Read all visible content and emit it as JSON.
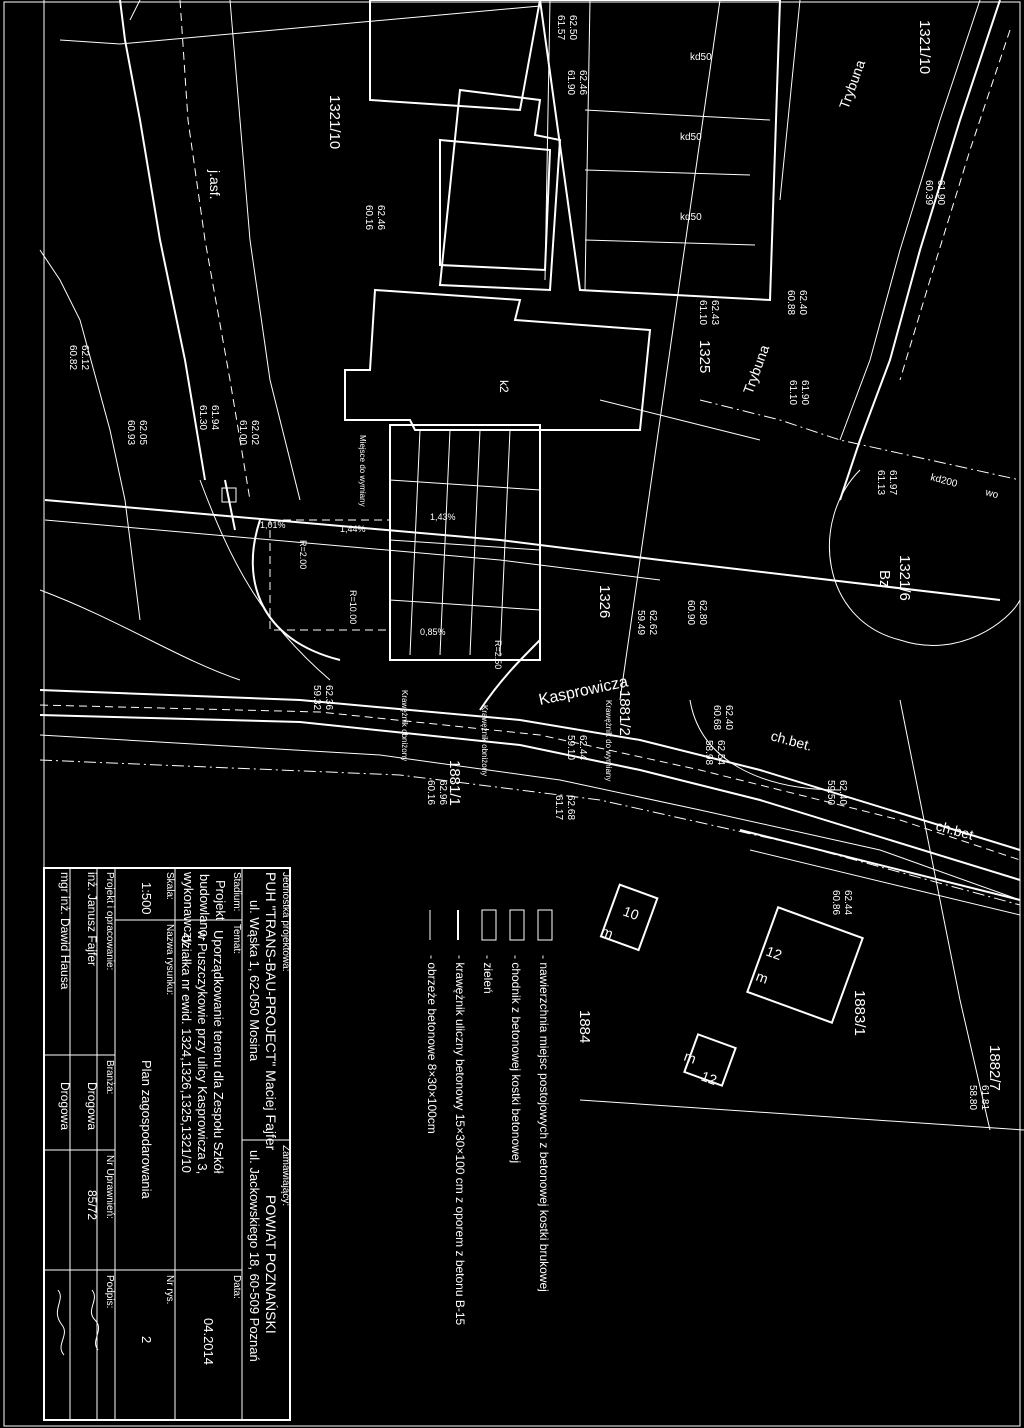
{
  "plan": {
    "labels": {
      "parcel_1321_10_top": "1321/10",
      "parcel_1321_10_right": "1321/10",
      "parcel_1325": "1325",
      "parcel_1326": "1326",
      "parcel_1321_6": "1321/6",
      "bz": "Bz",
      "parcel_1881_2": "1881/2",
      "parcel_1881_1": "1881/1",
      "parcel_1884": "1884",
      "parcel_1883_1": "1883/1",
      "parcel_1882_7": "1882/7",
      "street": "Kasprowicza",
      "tryb_a": "Trybuna",
      "tryb_b": "Trybuna",
      "chbet_a": "ch.bet",
      "chbet_b": "ch.bet.",
      "jasf": "j.asf.",
      "k2": "k2",
      "krawnik1": "Krawężnik obniżony",
      "krawnik2": "Krawężnik obniżony",
      "krawnik3": "Krawężnik do wymiany",
      "meters": "Miejsce do wymiany",
      "b10": "10",
      "b12a": "12",
      "b12b": "12",
      "m1": "m",
      "m2": "m",
      "m3": "m",
      "kd50a": "kd50",
      "kd50b": "kd50",
      "kd50c": "kd50",
      "kd200": "kd200",
      "wo": "wo",
      "r1": "R=2.00",
      "r2": "R=10.00",
      "r3": "R=2.50",
      "pct1": "1,01%",
      "pct2": "1,44%",
      "pct3": "1,43%",
      "pct4": "0,85%",
      "h1": "62.50",
      "h2": "61.57",
      "h3": "62.46",
      "h4": "61.90",
      "h5": "62.12",
      "h6": "60.82",
      "h7": "62.46",
      "h8": "60.16",
      "h9": "62.05",
      "h10": "60.93",
      "h11": "62.02",
      "h12": "61.00",
      "h13": "61.94",
      "h14": "61.30",
      "h15": "62.40",
      "h16": "60.68",
      "h17": "61.90",
      "h18": "61.10",
      "h19": "62.36",
      "h20": "59.32",
      "h21": "62.96",
      "h22": "60.16",
      "h23": "62.44",
      "h24": "59.10",
      "h25": "62.54",
      "h26": "58.98",
      "h27": "62.68",
      "h28": "61.17",
      "h29": "61.81",
      "h30": "58.80",
      "h31": "62.80",
      "h32": "60.90",
      "h33": "62.62",
      "h34": "59.49",
      "h35": "61.90",
      "h36": "60.39",
      "h37": "62.40",
      "h38": "60.88",
      "h39": "62.43",
      "h40": "61.10",
      "h41": "61.97",
      "h42": "61.13",
      "h43": "62.40",
      "h44": "59.50",
      "h45": "62.44",
      "h46": "60.86"
    }
  },
  "legend": {
    "items": [
      "- nawierzchnia miejsc postojowych z betonowej kostki brukowej",
      "- chodnik z betonowej kostki betonowej",
      "- zieleń",
      "- krawężnik uliczny betonowy 15×30×100 cm z oporem z betonu B-15",
      "- obrzeże betonowe 8×30×100cm"
    ]
  },
  "title_block": {
    "designer_label": "Jednostka projektowa:",
    "designer_name": "PUH \"TRANS-BAU-PROJECT\" Maciej Fajfer",
    "designer_address": "ul. Wąska 1, 62-050 Mosina",
    "client_label": "Zamawiający:",
    "client_name": "POWIAT POZNAŃSKI",
    "client_address": "ul. Jackowskiego 18, 60-509 Poznań",
    "stage_label": "Stadium:",
    "stage_value_1": "Projekt",
    "stage_value_2": "budowlano-",
    "stage_value_3": "wykonawczy",
    "topic_label": "Temat:",
    "topic_line_1": "Uporządkowanie terenu dla Zespołu Szkół",
    "topic_line_2": "w Puszczykowie przy ulicy Kasprowicza 3,",
    "topic_line_3": "działka nr ewid. 1324,1326,1325,1321/10",
    "date_label": "Data:",
    "date_value": "04.2014",
    "scale_label": "Skala:",
    "scale_value": "1:500",
    "drawing_label": "Nazwa rysunku:",
    "drawing_value": "Plan zagospodarowania",
    "drawing_no_label": "Nr rys.",
    "drawing_no_value": "2",
    "authors_label": "Projekt i opracowanie:",
    "branch_label": "Branża:",
    "license_label": "Nr Uprawnień:",
    "signature_label": "Podpis:",
    "authors": [
      {
        "name": "inż. Janusz Fajfer",
        "branch": "Drogowa",
        "license": ""
      },
      {
        "name": "mgr inż. Dawid Hausa",
        "branch": "Drogowa",
        "license": "85/72"
      }
    ]
  }
}
